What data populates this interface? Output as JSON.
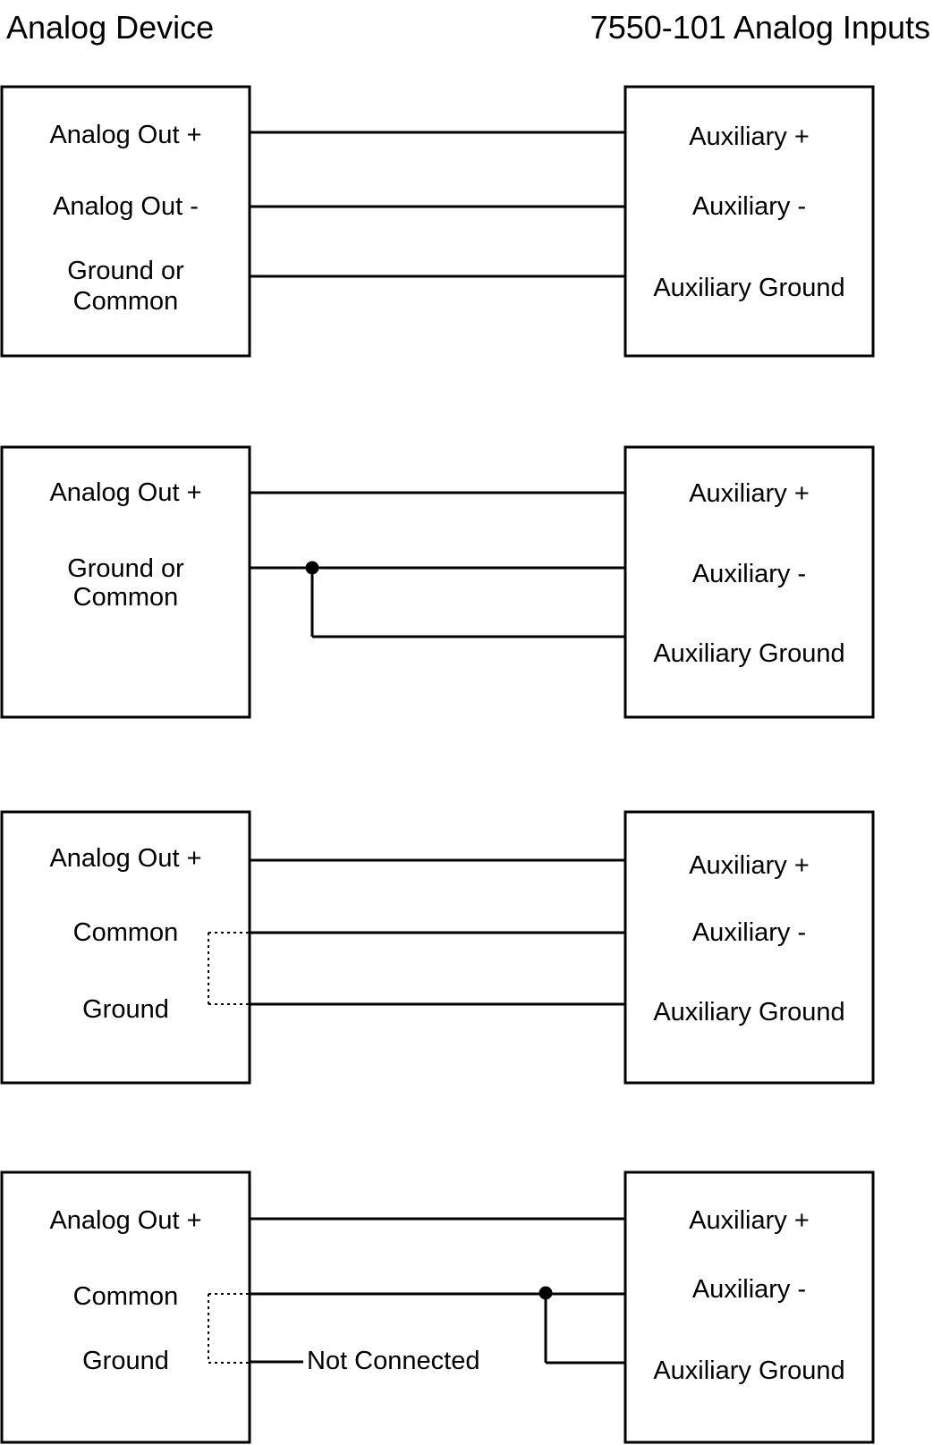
{
  "headers": {
    "left": "Analog Device",
    "right": "7550-101 Analog Inputs"
  },
  "colors": {
    "line": "#000000",
    "background": "#ffffff",
    "text": "#000000"
  },
  "diagrams": [
    {
      "device": {
        "line1": "Analog Out +",
        "line2": "Analog Out -",
        "line3a": "Ground or",
        "line3b": "Common"
      },
      "inputs": {
        "plus": "Auxiliary +",
        "minus": "Auxiliary -",
        "ground": "Auxiliary Ground"
      }
    },
    {
      "device": {
        "line1": "Analog Out +",
        "line2a": "Ground or",
        "line2b": "Common"
      },
      "inputs": {
        "plus": "Auxiliary +",
        "minus": "Auxiliary -",
        "ground": "Auxiliary Ground"
      }
    },
    {
      "device": {
        "line1": "Analog Out +",
        "line2": "Common",
        "line3": "Ground"
      },
      "inputs": {
        "plus": "Auxiliary +",
        "minus": "Auxiliary -",
        "ground": "Auxiliary Ground"
      }
    },
    {
      "device": {
        "line1": "Analog Out +",
        "line2": "Common",
        "line3": "Ground"
      },
      "inputs": {
        "plus": "Auxiliary +",
        "minus": "Auxiliary -",
        "ground": "Auxiliary Ground"
      },
      "not_connected": "Not Connected"
    }
  ],
  "connections": [
    {
      "diagram": 1,
      "from": "Analog Out +",
      "to": "Auxiliary +",
      "style": "solid"
    },
    {
      "diagram": 1,
      "from": "Analog Out -",
      "to": "Auxiliary -",
      "style": "solid"
    },
    {
      "diagram": 1,
      "from": "Ground or Common",
      "to": "Auxiliary Ground",
      "style": "solid"
    },
    {
      "diagram": 2,
      "from": "Analog Out +",
      "to": "Auxiliary +",
      "style": "solid"
    },
    {
      "diagram": 2,
      "from": "Ground or Common",
      "to": "Auxiliary -",
      "style": "solid"
    },
    {
      "diagram": 2,
      "from": "Ground or Common",
      "to": "Auxiliary Ground",
      "style": "solid-junction-branch"
    },
    {
      "diagram": 3,
      "from": "Analog Out +",
      "to": "Auxiliary +",
      "style": "solid"
    },
    {
      "diagram": 3,
      "from": "Common",
      "to": "Auxiliary -",
      "style": "solid"
    },
    {
      "diagram": 3,
      "from": "Ground",
      "to": "Auxiliary Ground",
      "style": "solid"
    },
    {
      "diagram": 3,
      "from": "Common",
      "to": "Ground",
      "style": "dashed"
    },
    {
      "diagram": 4,
      "from": "Analog Out +",
      "to": "Auxiliary +",
      "style": "solid"
    },
    {
      "diagram": 4,
      "from": "Common",
      "to": "Auxiliary -",
      "style": "solid"
    },
    {
      "diagram": 4,
      "from": "Common",
      "to": "Auxiliary Ground",
      "style": "solid-junction-branch"
    },
    {
      "diagram": 4,
      "from": "Ground",
      "to": "Not Connected",
      "style": "solid"
    },
    {
      "diagram": 4,
      "from": "Common",
      "to": "Ground",
      "style": "dashed"
    }
  ]
}
